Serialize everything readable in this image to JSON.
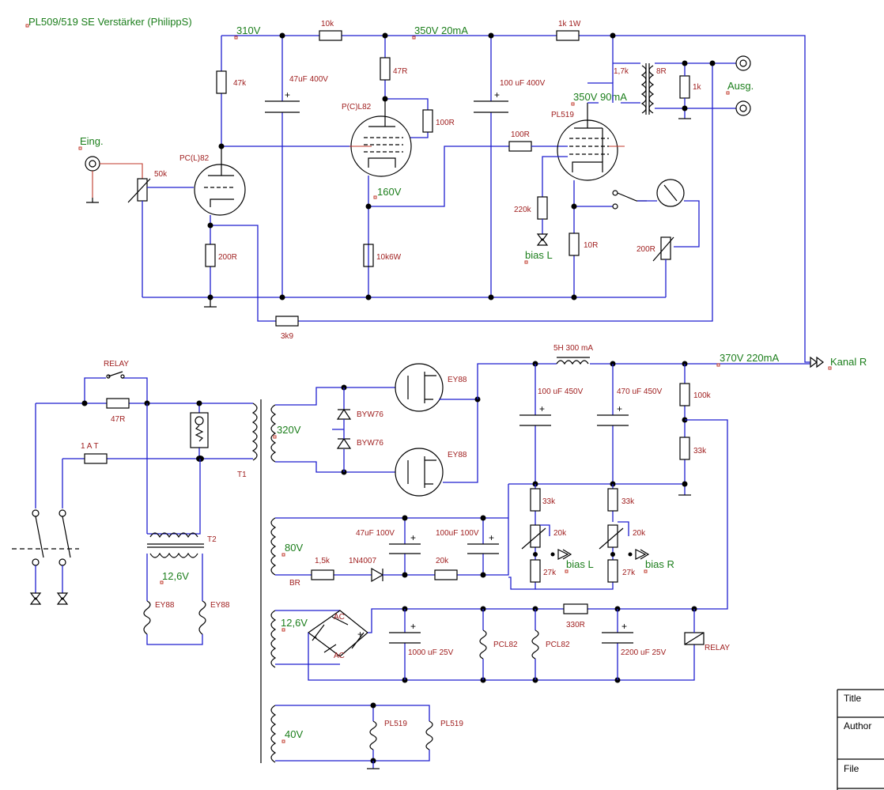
{
  "title": "PL509/519 SE Verstärker (PhilippS)",
  "nets": {
    "n310": "310V",
    "n350": "350V 20mA",
    "n350b": "350V 90mA",
    "n160": "160V",
    "n370": "370V 220mA",
    "n320": "320V",
    "n80": "80V",
    "n12a": "12,6V",
    "n12b": "12,6V",
    "n40": "40V",
    "eing": "Eing.",
    "ausg": "Ausg.",
    "kanal": "Kanal R",
    "biasL1": "bias L",
    "biasL2": "bias L",
    "biasR": "bias R"
  },
  "labels": {
    "r10k": "10k",
    "r1k1w": "1k 1W",
    "r47k": "47k",
    "c47u": "47uF 400V",
    "r47r": "47R",
    "pcl82": "P(C)L82",
    "r100r": "100R",
    "c100u": "100 uF 400V",
    "pl519": "PL519",
    "r17k": "1,7k",
    "r8r": "8R",
    "r1k": "1k",
    "pcl82b": "PC(L)82",
    "r50k": "50k",
    "r100rb": "100R",
    "r220k": "220k",
    "r10r": "10R",
    "r200r": "200R",
    "r10k6w": "10k6W",
    "r200rb": "200R",
    "r3k9": "3k9",
    "relay": "RELAY",
    "r47rb": "47R",
    "fuse": "1 A T",
    "t1": "T1",
    "t2": "T2",
    "ey88a": "EY88",
    "ey88b": "EY88",
    "byw1": "BYW76",
    "byw2": "BYW76",
    "h5": "5H 300 mA",
    "c100u450": "100 uF 450V",
    "c470u450": "470 uF 450V",
    "r100k": "100k",
    "r33k": "33k",
    "r33ka": "33k",
    "r33kb": "33k",
    "r20ka": "20k",
    "r20kb": "20k",
    "r27ka": "27k",
    "r27kb": "27k",
    "c47u100": "47uF 100V",
    "c100u100": "100uF 100V",
    "r15k": "1,5k",
    "n4007": "1N4007",
    "r20k": "20k",
    "br": "BR",
    "ey88c": "EY88",
    "ey88d": "EY88",
    "r330": "330R",
    "c1000": "1000 uF 25V",
    "pcl82c": "PCL82",
    "pcl82d": "PCL82",
    "c2200": "2200 uF 25V",
    "relay2": "RELAY",
    "ac1": "AC",
    "ac2": "AC",
    "plus": "+",
    "minus": "-",
    "pl519a": "PL519",
    "pl519b": "PL519"
  },
  "titleblock": {
    "title": "Title",
    "author": "Author",
    "file": "File"
  }
}
